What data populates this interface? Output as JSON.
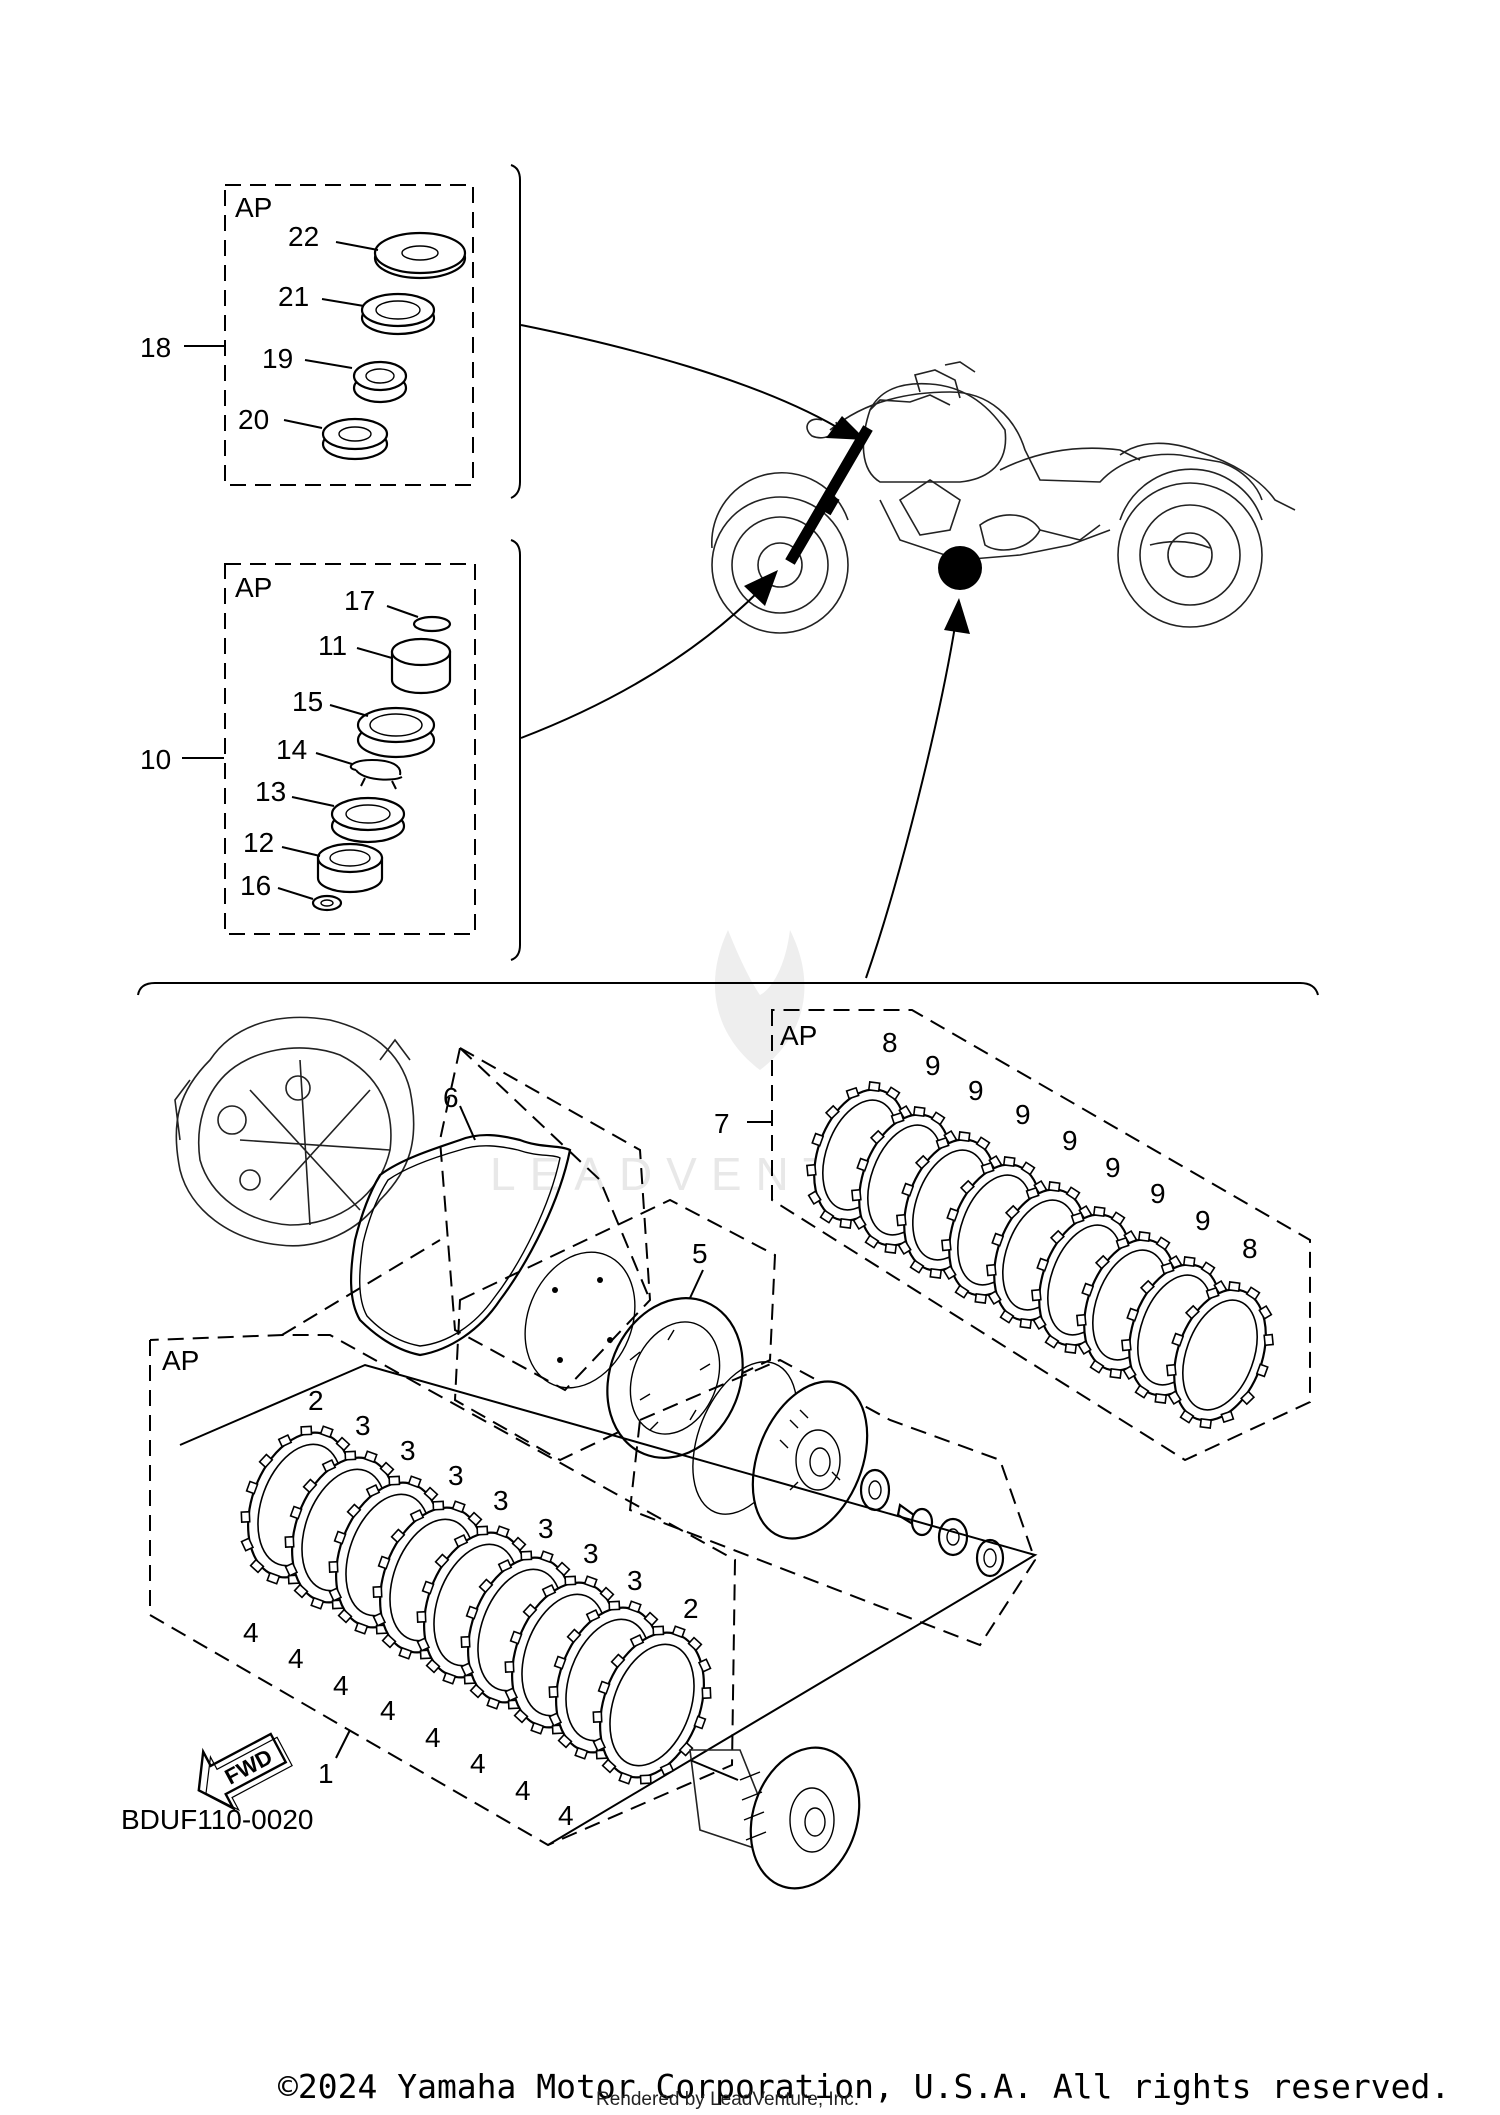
{
  "diagram": {
    "ap_label": "AP",
    "callouts": {
      "c1": "1",
      "c2": "2",
      "c3": "3",
      "c4": "4",
      "c5": "5",
      "c6": "6",
      "c7": "7",
      "c8": "8",
      "c9": "9",
      "c10": "10",
      "c11": "11",
      "c12": "12",
      "c13": "13",
      "c14": "14",
      "c15": "15",
      "c16": "16",
      "c17": "17",
      "c18": "18",
      "c19": "19",
      "c20": "20",
      "c21": "21",
      "c22": "22"
    },
    "fwd_label": "FWD",
    "drawing_code": "BDUF110-0020",
    "watermark": "LEADVENTURE",
    "copyright": "©2024 Yamaha Motor Corporation, U.S.A. All rights reserved.",
    "rendered_by": "Rendered by LeadVenture, Inc."
  }
}
